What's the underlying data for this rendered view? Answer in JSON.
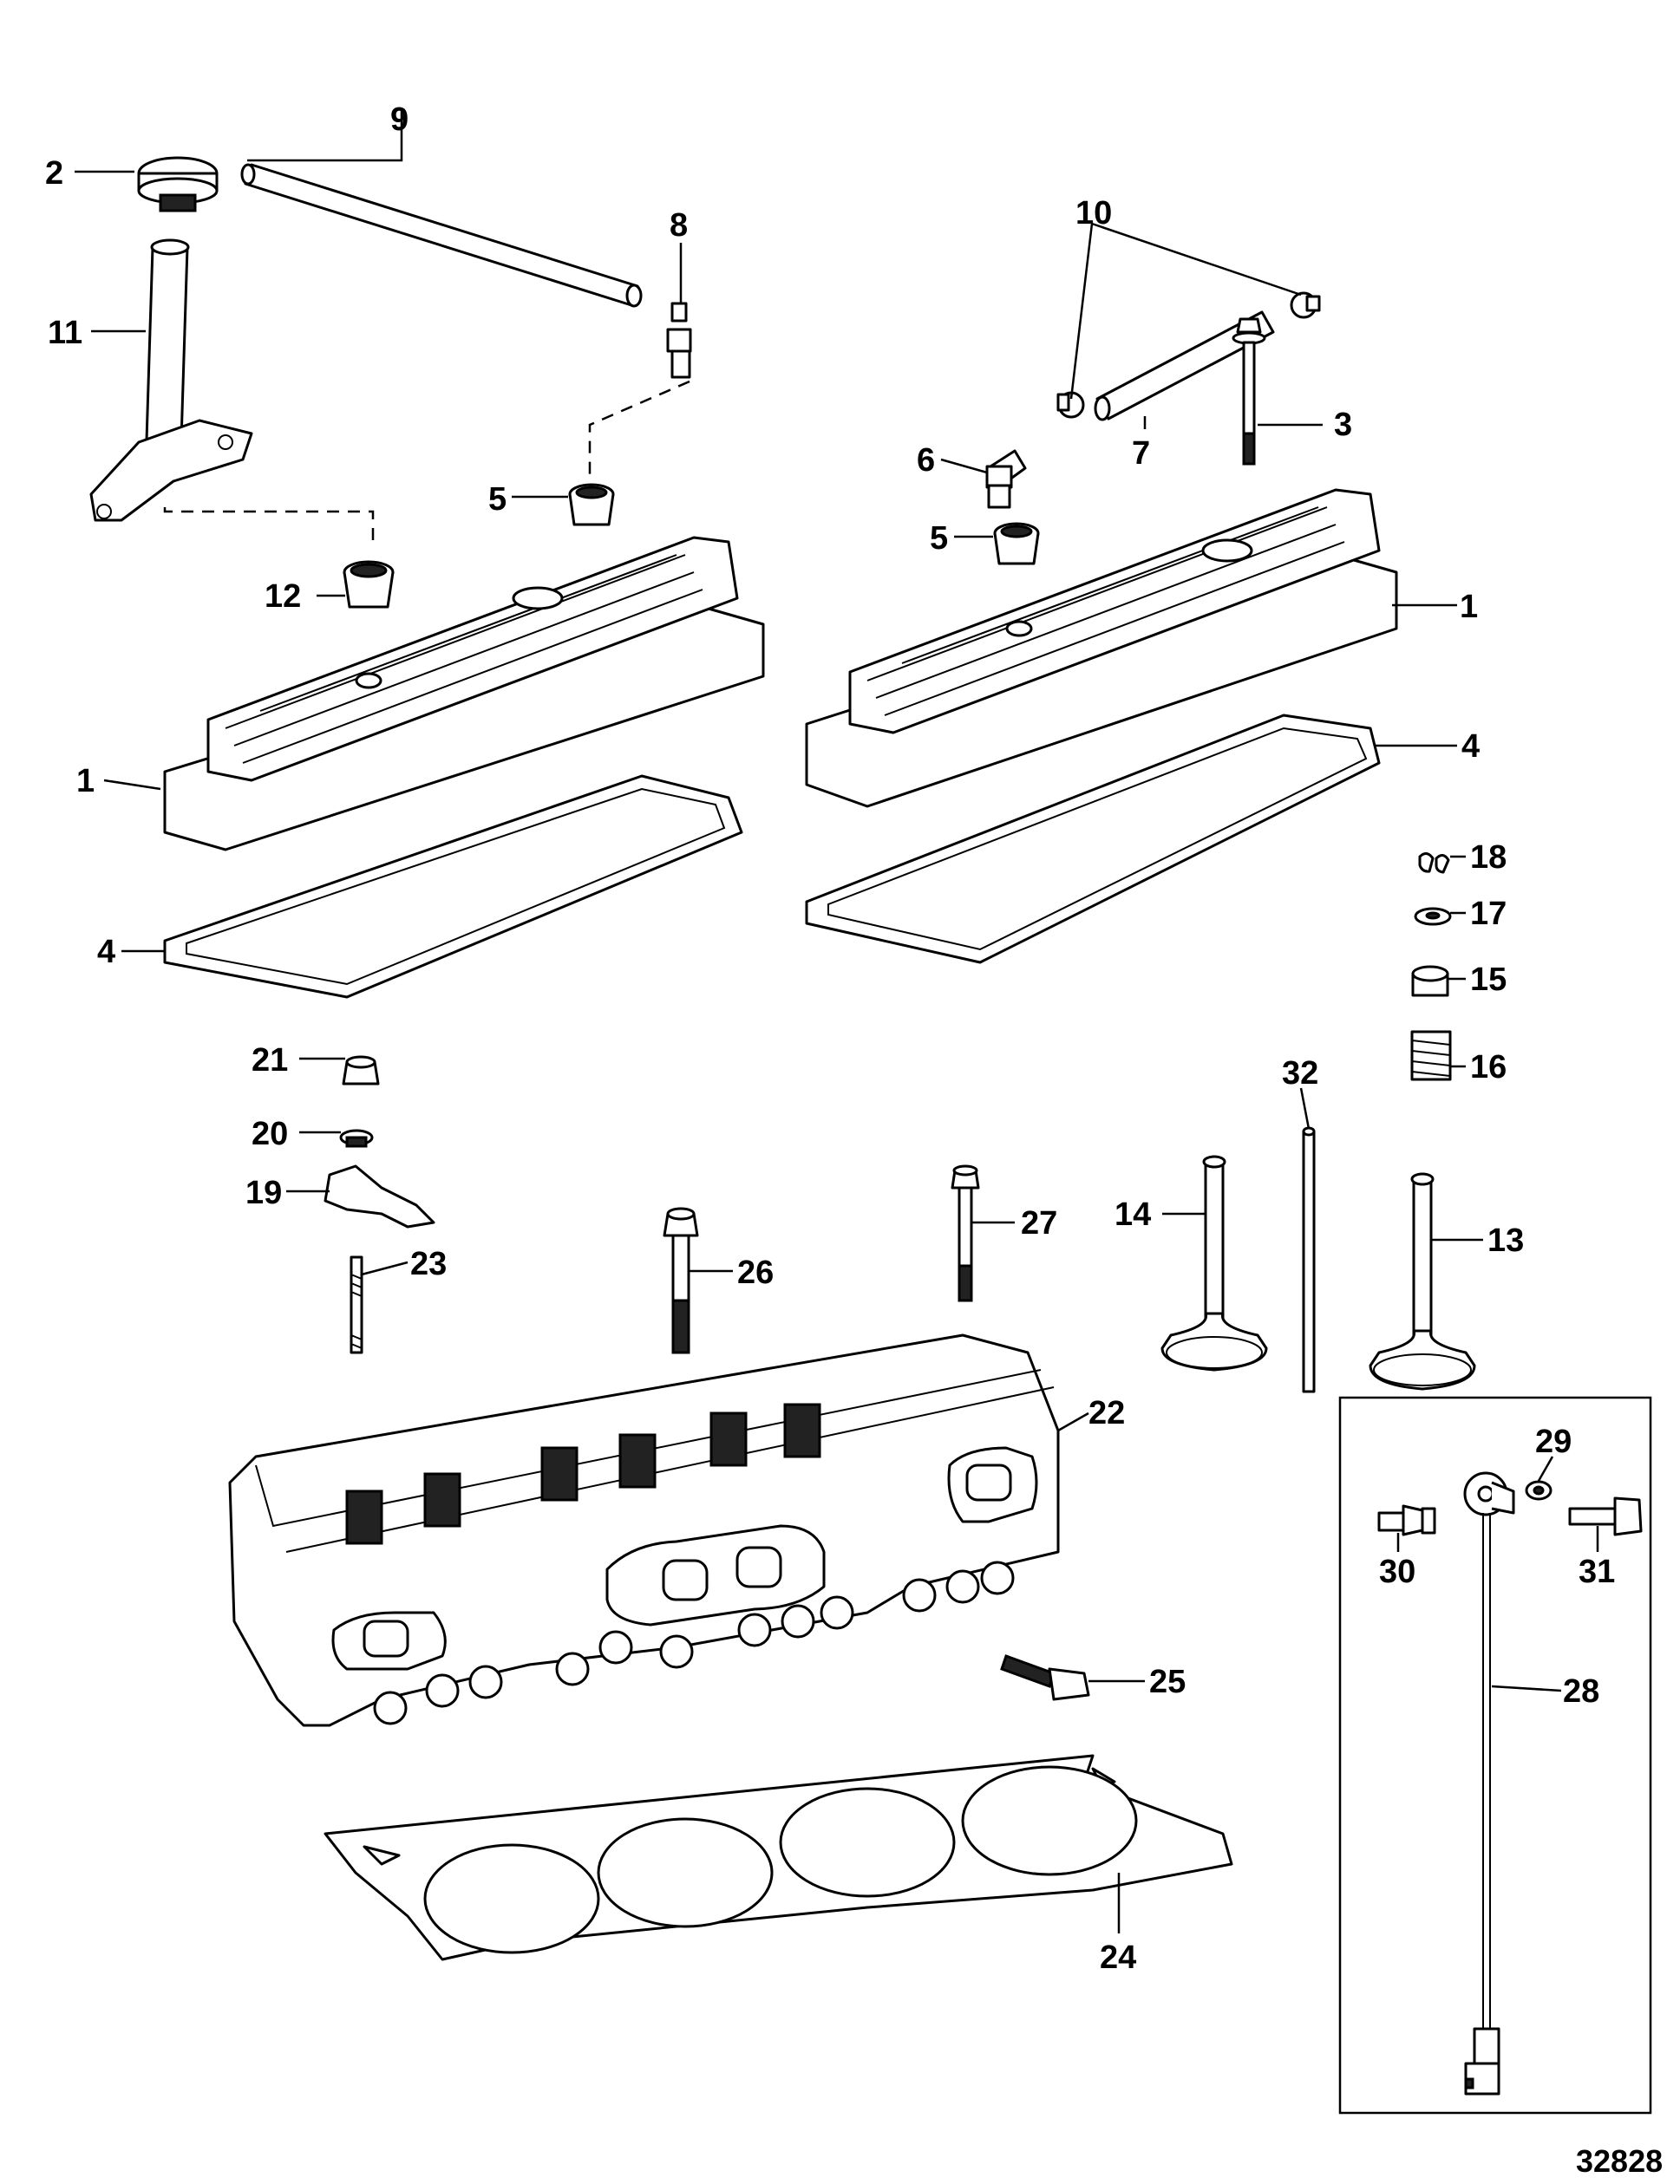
{
  "figure_number": "32828",
  "callouts": [
    "1",
    "2",
    "3",
    "4",
    "5",
    "6",
    "7",
    "8",
    "9",
    "10",
    "11",
    "12",
    "13",
    "14",
    "15",
    "16",
    "17",
    "18",
    "19",
    "20",
    "21",
    "22",
    "23",
    "24",
    "25",
    "26",
    "27",
    "28",
    "29",
    "30",
    "31",
    "32"
  ]
}
